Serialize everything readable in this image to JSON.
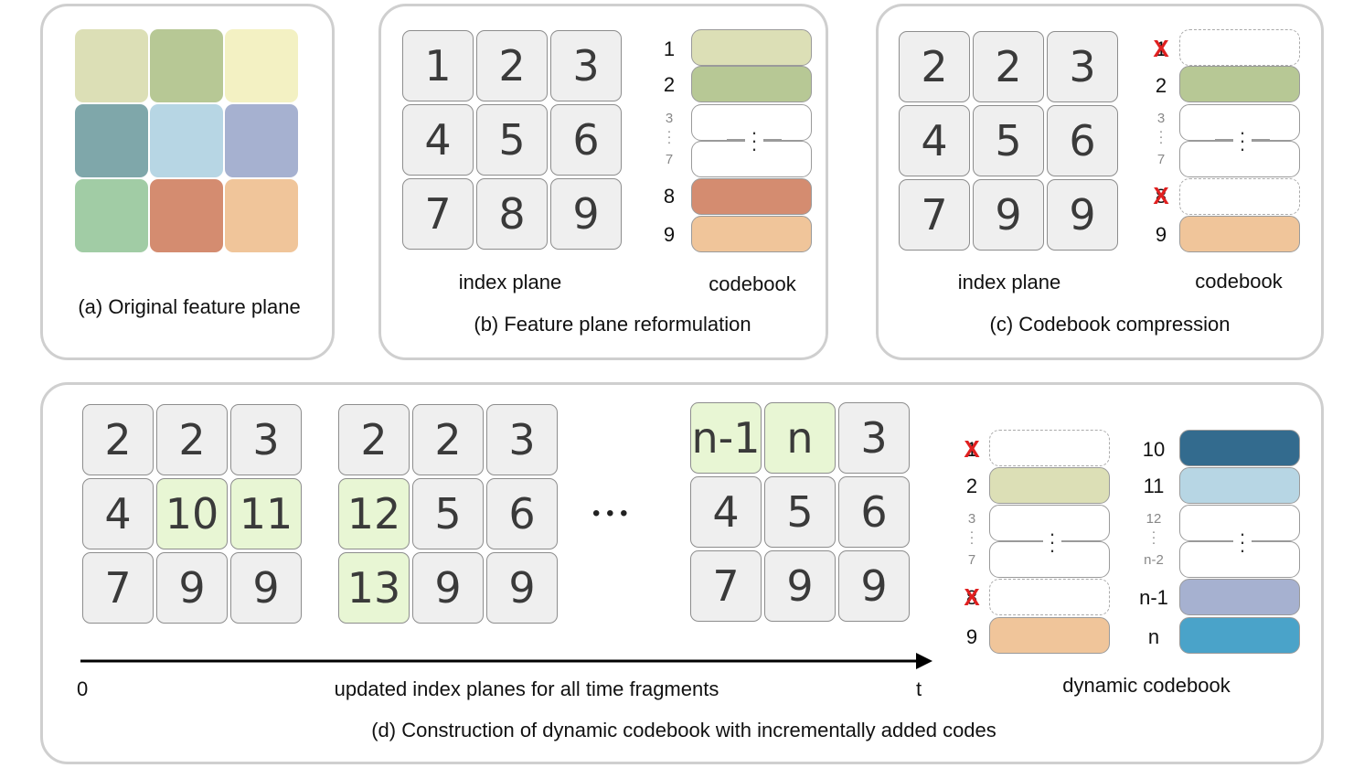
{
  "panel_a": {
    "caption": "(a) Original feature plane",
    "colors": [
      "#dcdfb6",
      "#b7c895",
      "#f3f1c3",
      "#7fa7aa",
      "#b7d6e4",
      "#a6b1d0",
      "#a1cca5",
      "#d48c70",
      "#f0c59a"
    ]
  },
  "panel_b": {
    "grid": [
      "1",
      "2",
      "3",
      "4",
      "5",
      "6",
      "7",
      "8",
      "9"
    ],
    "index_plane_label": "index plane",
    "codebook_label": "codebook",
    "cb_labels": [
      "1",
      "2",
      "3",
      "7",
      "8",
      "9"
    ],
    "cb_dots": "⋮",
    "caption": "(b) Feature plane reformulation"
  },
  "panel_c": {
    "grid": [
      "2",
      "2",
      "3",
      "4",
      "5",
      "6",
      "7",
      "9",
      "9"
    ],
    "index_plane_label": "index plane",
    "codebook_label": "codebook",
    "cb_labels": [
      "1",
      "2",
      "3",
      "7",
      "8",
      "9"
    ],
    "caption": "(c) Codebook compression"
  },
  "panel_d": {
    "grid1": [
      "2",
      "2",
      "3",
      "4",
      "10",
      "11",
      "7",
      "9",
      "9"
    ],
    "grid2": [
      "2",
      "2",
      "3",
      "12",
      "5",
      "6",
      "13",
      "9",
      "9"
    ],
    "grid3": [
      "n-1",
      "n",
      "3",
      "4",
      "5",
      "6",
      "7",
      "9",
      "9"
    ],
    "ellipsis": "• • •",
    "axis_start": "0",
    "axis_end": "t",
    "axis_label": "updated index planes for all time fragments",
    "dyn_label": "dynamic codebook",
    "left_cb_labels": [
      "1",
      "2",
      "3",
      "7",
      "8",
      "9"
    ],
    "right_cb_labels": [
      "10",
      "11",
      "12",
      "n-2",
      "n-1",
      "n"
    ],
    "caption": "(d) Construction of dynamic codebook with incrementally added codes"
  },
  "cross_mark": "X",
  "colors": {
    "green_light": "#dcdfb6",
    "green_mid": "#b7c895",
    "salmon": "#d48c70",
    "peach": "#f0c59a",
    "dark_blue": "#336b8e",
    "light_blue": "#b7d6e4",
    "lavender": "#a6b1d0",
    "cyan_blue": "#4aa3c9"
  }
}
